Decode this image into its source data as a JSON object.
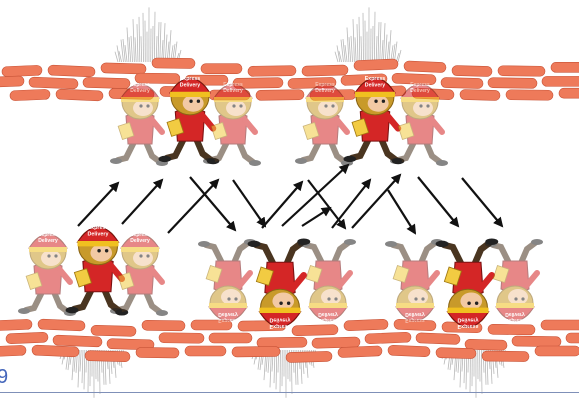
{
  "diagram": {
    "cap_text": [
      "Express",
      "Delivery"
    ],
    "colors": {
      "brick": "#ee7a5a",
      "brick_edge": "#c85438",
      "shirt": "#d42626",
      "cap_band": "#f0c020",
      "hair": "#c89a2a",
      "face": "#f2c9a4",
      "pants": "#4a3520",
      "letter": "#f2cb42",
      "arrow": "#111111",
      "burst": "#b8b8b8",
      "faded_alpha": 0.55
    },
    "icons": {
      "walkers": "courier-walking-icon",
      "flipped": "courier-upside-down-icon",
      "bursts": "impact-burst-icon",
      "walls": "brick-wall-icon",
      "arrows": "diagonal-arrow-icon"
    }
  },
  "page": {
    "number": "9"
  }
}
